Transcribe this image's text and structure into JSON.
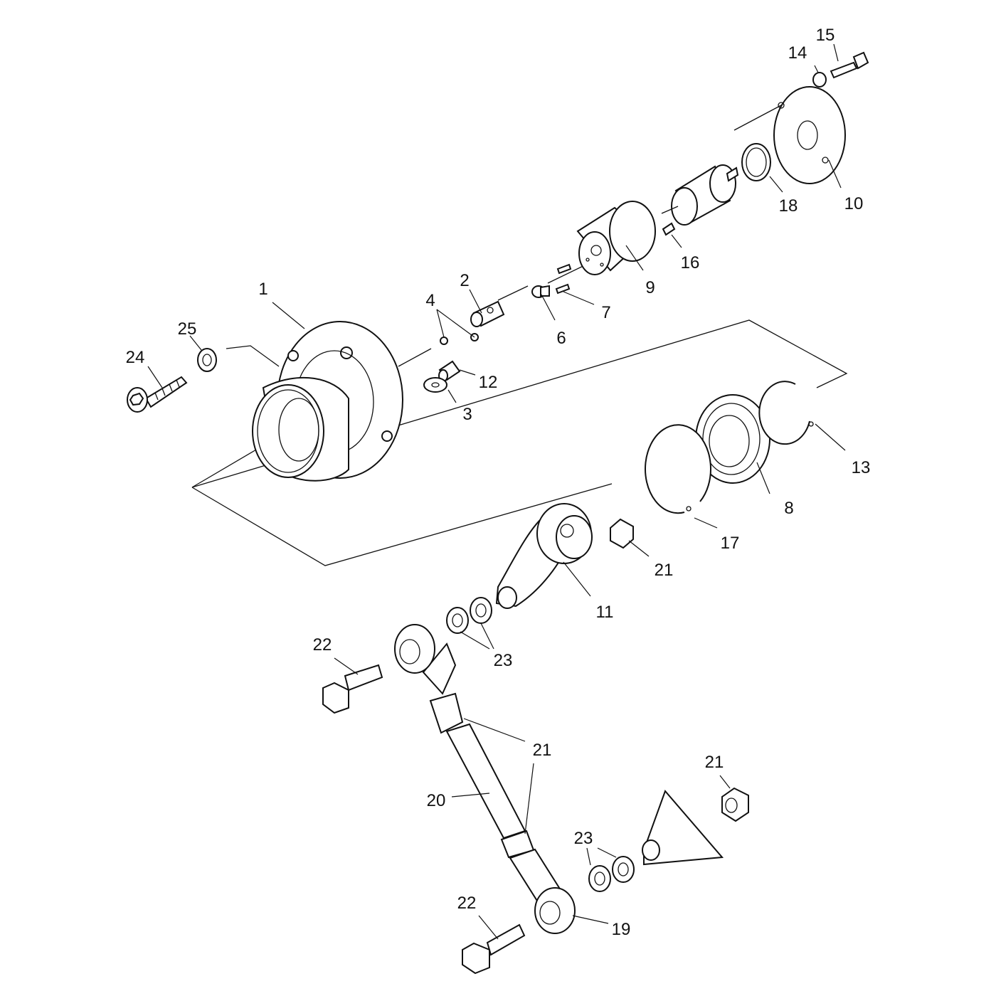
{
  "callouts": [
    {
      "id": "1",
      "label": "1"
    },
    {
      "id": "2",
      "label": "2"
    },
    {
      "id": "3",
      "label": "3"
    },
    {
      "id": "4",
      "label": "4"
    },
    {
      "id": "6",
      "label": "6"
    },
    {
      "id": "7",
      "label": "7"
    },
    {
      "id": "8",
      "label": "8"
    },
    {
      "id": "9",
      "label": "9"
    },
    {
      "id": "10",
      "label": "10"
    },
    {
      "id": "11",
      "label": "11"
    },
    {
      "id": "12",
      "label": "12"
    },
    {
      "id": "13",
      "label": "13"
    },
    {
      "id": "14",
      "label": "14"
    },
    {
      "id": "15",
      "label": "15"
    },
    {
      "id": "16",
      "label": "16"
    },
    {
      "id": "17",
      "label": "17"
    },
    {
      "id": "18",
      "label": "18"
    },
    {
      "id": "19",
      "label": "19"
    },
    {
      "id": "20",
      "label": "20"
    },
    {
      "id": "21a",
      "label": "21"
    },
    {
      "id": "21b",
      "label": "21"
    },
    {
      "id": "21c",
      "label": "21"
    },
    {
      "id": "22a",
      "label": "22"
    },
    {
      "id": "22b",
      "label": "22"
    },
    {
      "id": "23a",
      "label": "23"
    },
    {
      "id": "23b",
      "label": "23"
    },
    {
      "id": "24",
      "label": "24"
    },
    {
      "id": "25",
      "label": "25"
    }
  ]
}
